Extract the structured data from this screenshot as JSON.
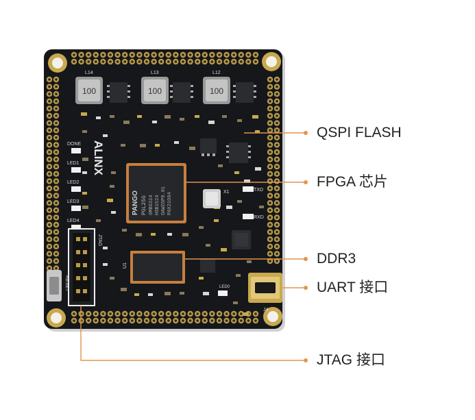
{
  "colors": {
    "board": "#15171a",
    "pad": "#b89a4c",
    "callout_line": "#e4944c",
    "chip": "#26282c",
    "component": "#3a3c40",
    "label_text": "#222222",
    "silkscreen": "#d8d8d8"
  },
  "callouts": [
    {
      "id": "qspi-flash",
      "label": "QSPI FLASH"
    },
    {
      "id": "fpga-chip",
      "label": "FPGA 芯片"
    },
    {
      "id": "ddr3",
      "label": "DDR3"
    },
    {
      "id": "uart",
      "label": "UART 接口"
    },
    {
      "id": "jtag",
      "label": "JTAG 接口"
    }
  ],
  "board": {
    "brand": "ALINX",
    "fpga_marking": {
      "logo": "PANGO",
      "lines": [
        "PGL25G",
        "6MBG324",
        "HSB1524",
        "OAWZ6P8.01",
        "PAX21004"
      ]
    },
    "leds": [
      "DONE",
      "LED1",
      "LED2",
      "LED3",
      "LED4"
    ],
    "inductors": [
      {
        "ref": "L14",
        "value": "100"
      },
      {
        "ref": "L13",
        "value": "100"
      },
      {
        "ref": "L12",
        "value": "100"
      }
    ],
    "labels": {
      "txd": "TXD",
      "rxd": "RXD",
      "jtag": "JTAG",
      "reset": "RESET",
      "j4": "J4",
      "u1": "U1",
      "led0": "LED0",
      "x1": "X1"
    }
  }
}
